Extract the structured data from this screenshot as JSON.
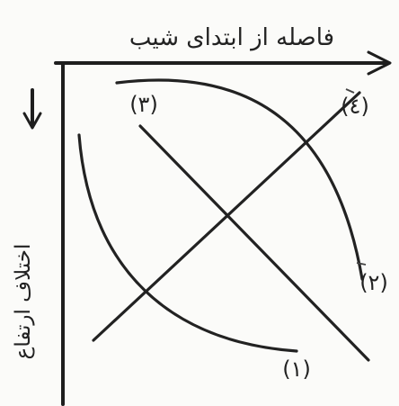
{
  "top_axis_label": "فاصله از ابتدای شیب",
  "side_axis_label": "اختلاف ارتفاع",
  "curve_labels": {
    "c1": "(۱)",
    "c2": "(۲)",
    "c3": "(۳)",
    "c4": "(٤)"
  },
  "ink_color": "#222222",
  "paper_color": "#fbfbf9"
}
